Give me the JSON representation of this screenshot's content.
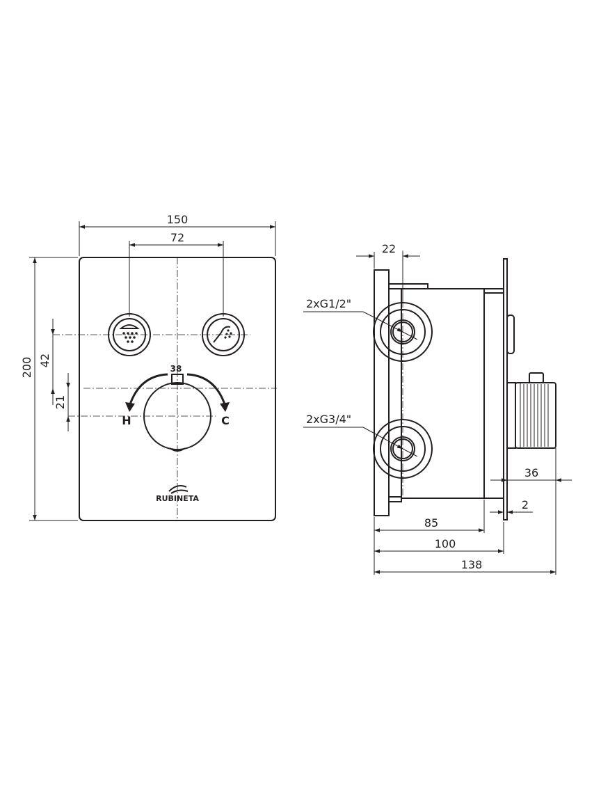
{
  "front_view": {
    "dimensions": {
      "overall_width": "150",
      "button_spacing": "72",
      "overall_height": "200",
      "button_offset": "42",
      "knob_offset": "21"
    },
    "buttons": [
      {
        "icon": "overhead-shower-icon"
      },
      {
        "icon": "hand-shower-icon"
      }
    ],
    "knob": {
      "temperature_label": "38",
      "hot_label": "H",
      "cold_label": "C"
    },
    "brand": "RUBINETA"
  },
  "side_view": {
    "dimensions": {
      "flange_width": "22",
      "knob_projection": "36",
      "plate_thickness": "2",
      "body_depth": "85",
      "depth_to_wall": "100",
      "overall_depth": "138"
    },
    "connections": {
      "upper": "2xG1/2\"",
      "lower": "2xG3/4\""
    }
  }
}
